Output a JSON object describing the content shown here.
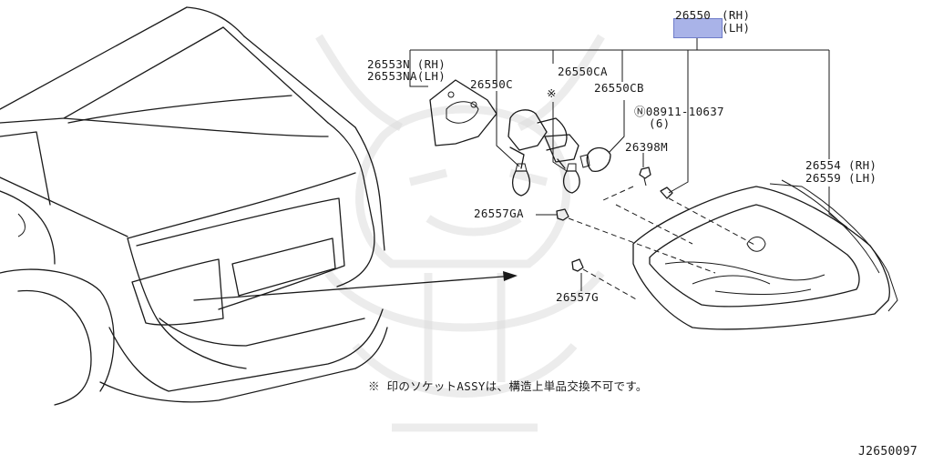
{
  "parts": {
    "main_assy": "26550",
    "main_assy_rh": "(RH)",
    "main_assy_lh": "(LH)",
    "bracket_rh": "26553N (RH)",
    "bracket_lh": "26553NA(LH)",
    "socket_c": "26550C",
    "socket_ca": "26550CA",
    "socket_cb": "26550CB",
    "nut_line1": "Ⓝ08911-10637",
    "nut_line2": "(6)",
    "clip_398m": "26398M",
    "lens_rh": "26554 (RH)",
    "lens_lh": "26559 (LH)",
    "grommet_ga": "26557GA",
    "grommet_g": "26557G",
    "note_mark": "※"
  },
  "note": "※ 印のソケットASSYは、構造上単品交換不可です。",
  "drawing_id": "J2650097",
  "colors": {
    "highlight": "#a9b3e8",
    "ink": "#1a1a1a",
    "watermark": "#dcdcdc"
  }
}
